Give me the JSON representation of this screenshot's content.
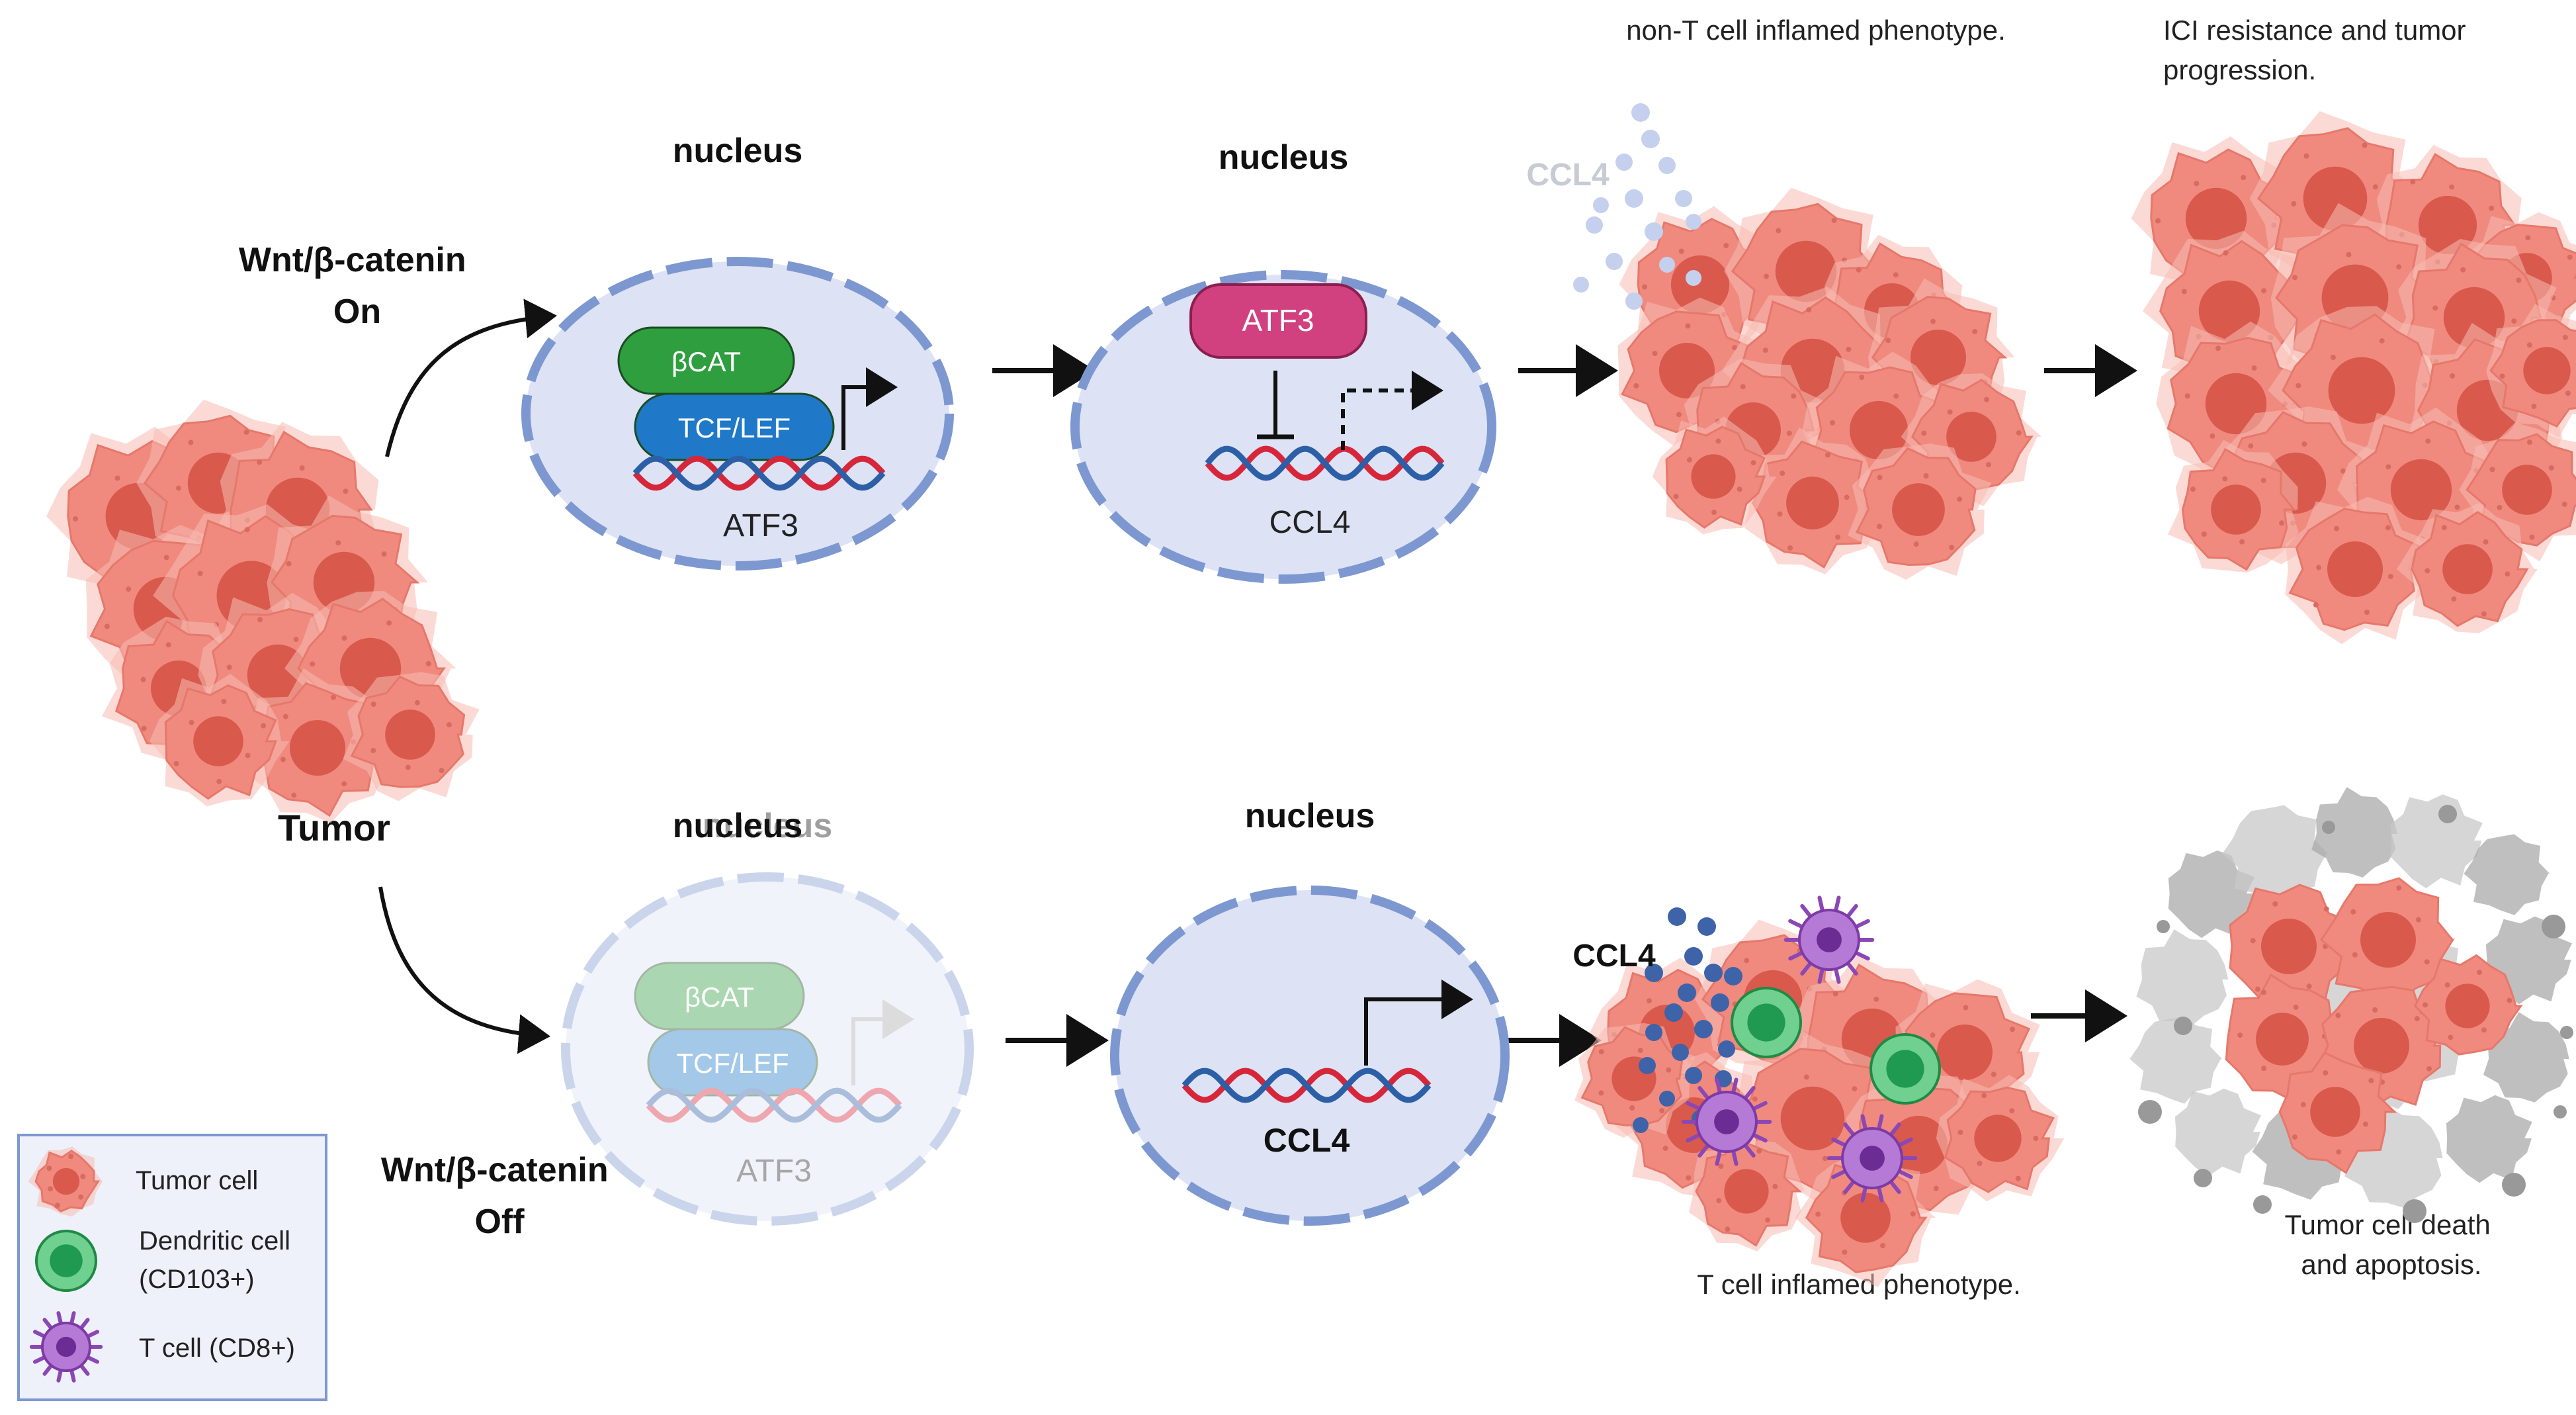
{
  "colors": {
    "tumor": "#f08a7e",
    "tumor_light": "#f7bcb3",
    "tumor_nucleus": "#d9594c",
    "nucleus_fill": "#dde2f5",
    "nucleus_border": "#7d98d0",
    "bcat": "#2e9e3f",
    "tcf": "#1f78c8",
    "atf3_protein": "#d1407f",
    "dna_red": "#d6263a",
    "dna_blue": "#2c5fa6",
    "dendritic": "#37b864",
    "tcell": "#9b59c2",
    "ccl4_dot": "#3e63a8",
    "dead_gray": "#b9b9b9"
  },
  "labels": {
    "wnt_on": [
      "Wnt/β-catenin",
      "On"
    ],
    "wnt_off": [
      "Wnt/β-catenin",
      "Off"
    ],
    "tumor": "Tumor",
    "nucleus": "nucleus",
    "bcat": "βCAT",
    "tcf_lef": "TCF/LEF",
    "atf3": "ATF3",
    "ccl4": "CCL4",
    "non_t_inflamed": "non-T cell inflamed phenotype.",
    "ici_resistance": [
      "ICI resistance and tumor",
      "progression."
    ],
    "t_inflamed": "T cell inflamed phenotype.",
    "tumor_death": [
      "Tumor cell death",
      "and apoptosis."
    ]
  },
  "legend": {
    "items": [
      {
        "label": [
          "Tumor cell"
        ],
        "icon": "tumor-cell-icon"
      },
      {
        "label": [
          "Dendritic cell",
          "(CD103+)"
        ],
        "icon": "dendritic-cell-icon"
      },
      {
        "label": [
          "T cell (CD8+)"
        ],
        "icon": "t-cell-icon"
      }
    ]
  }
}
